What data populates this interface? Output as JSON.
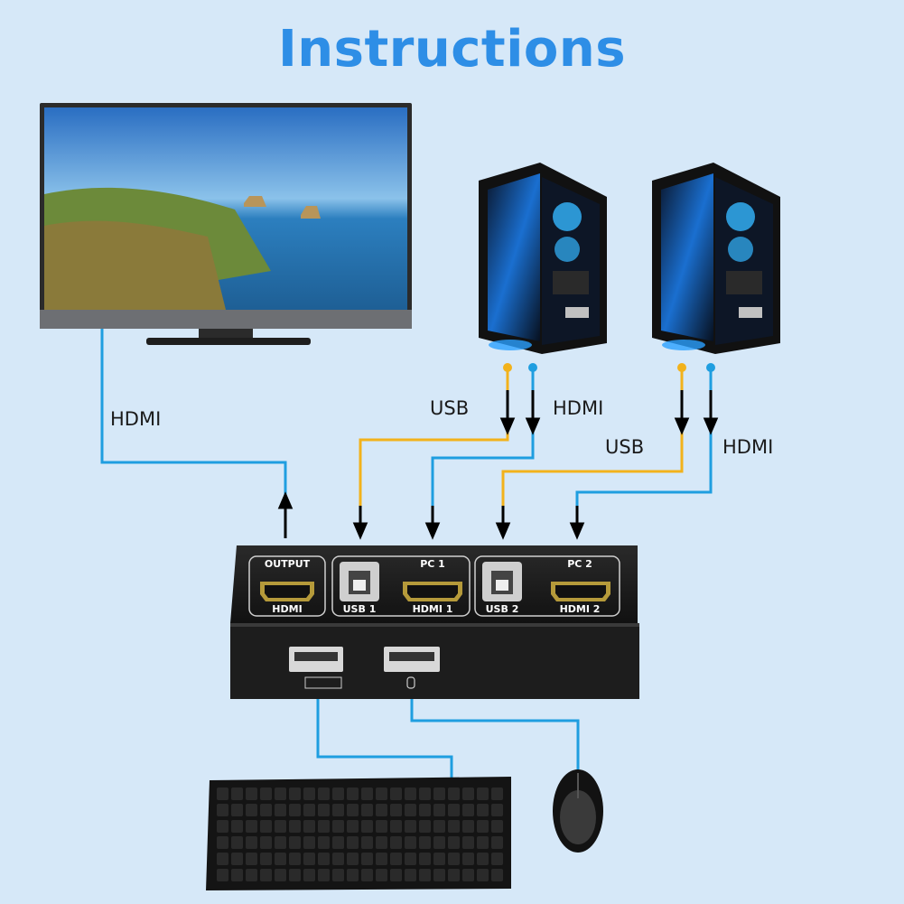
{
  "title": "Instructions",
  "labels": {
    "monitor_hdmi": "HDMI",
    "pc1_usb": "USB",
    "pc1_hdmi": "HDMI",
    "pc2_usb": "USB",
    "pc2_hdmi": "HDMI"
  },
  "ports": {
    "output_top": "OUTPUT",
    "output_bottom": "HDMI",
    "usb1": "USB 1",
    "pc1": "PC 1",
    "hdmi1": "HDMI 1",
    "usb2": "USB 2",
    "pc2": "PC 2",
    "hdmi2": "HDMI 2"
  },
  "colors": {
    "hdmi_cable": "#1f9ee0",
    "usb_cable": "#f2b21b",
    "background": "#d6e8f8",
    "title": "#2e8ee6"
  }
}
